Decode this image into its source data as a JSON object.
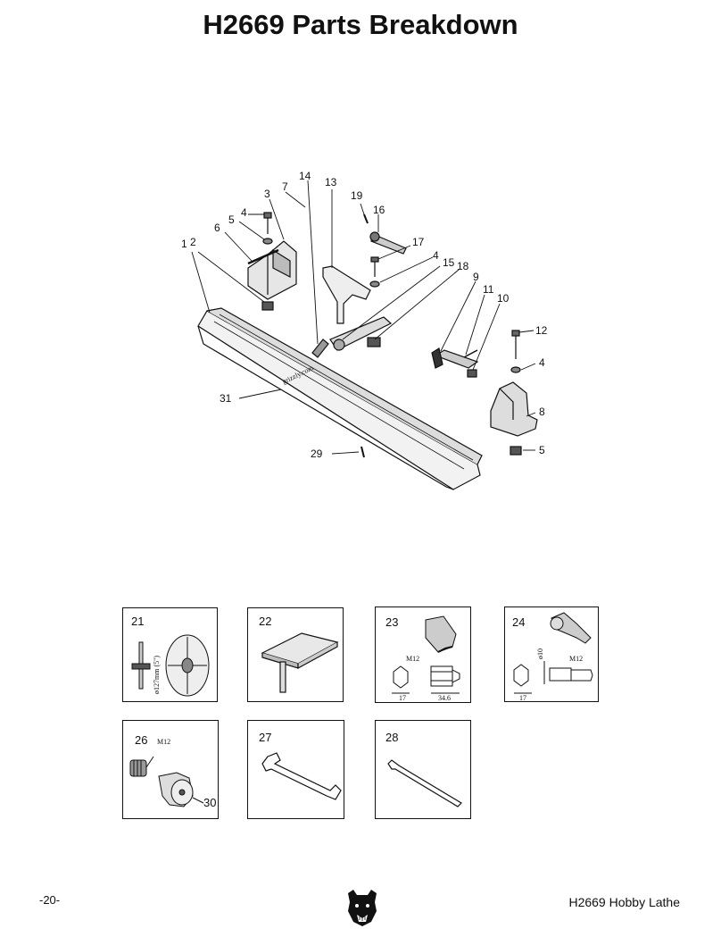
{
  "page": {
    "title": "H2669 Parts Breakdown",
    "footer_left": "-20-",
    "footer_right": "H2669 Hobby Lathe"
  },
  "callouts": [
    "1",
    "2",
    "3",
    "4",
    "5",
    "6",
    "7",
    "13",
    "14",
    "19",
    "16",
    "17",
    "4",
    "15",
    "18",
    "9",
    "11",
    "10",
    "12",
    "4",
    "8",
    "5",
    "31",
    "29"
  ],
  "insets": {
    "box21": {
      "num": "21",
      "dim": "ø127mm (5\")"
    },
    "box22": {
      "num": "22"
    },
    "box23": {
      "num": "23",
      "thread": "M12",
      "dim_a": "17",
      "dim_b": "34.6"
    },
    "box24": {
      "num": "24",
      "thread": "M12",
      "dim_a": "17",
      "dim_c": "ø10"
    },
    "box26": {
      "num": "26",
      "thread": "M12",
      "num2": "30"
    },
    "box27": {
      "num": "27"
    },
    "box28": {
      "num": "28"
    }
  },
  "icons": {
    "logo": "grizzly-bear-head-icon"
  }
}
